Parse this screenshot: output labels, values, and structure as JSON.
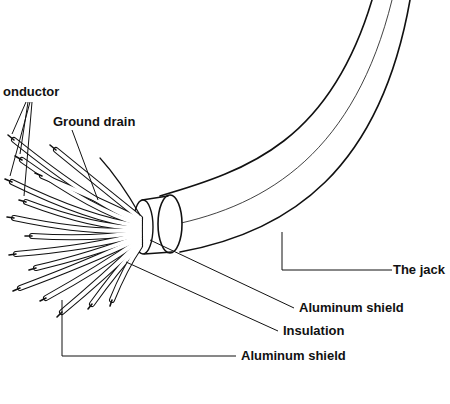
{
  "diagram": {
    "labels": [
      "onductor",
      "Ground drain",
      "The jack",
      "Aluminum shield",
      "Insulation",
      "Aluminum shield"
    ]
  }
}
